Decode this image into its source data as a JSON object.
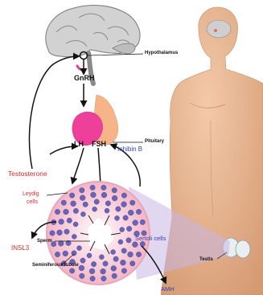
{
  "labels": {
    "hypothalamus": "Hypothalamus",
    "gnrh": "GnRH",
    "pituitary": "Pituitary",
    "lh": "LH",
    "fsh": "FSH",
    "testosterone": "Testosterone",
    "inhibin_b": "Inhibin B",
    "leydig_line1": "Leydig",
    "leydig_line2": "cells",
    "insl3": "INSL3",
    "sertoli": "Sertoli cells",
    "sperm": "Sperm",
    "seminiferous_tubule": "Seminiferous tubule",
    "amh": "AMH",
    "testis": "Testis"
  },
  "colors": {
    "hormone_red": "#e0282a",
    "hormone_blue": "#2f3fb0",
    "pituitary_pink": "#ee3f9a",
    "pituitary_peach": "#f6b488",
    "tubule_pink": "#f4c0cf",
    "cell_purple": "#6a64b8",
    "skin": "#e6b796"
  }
}
